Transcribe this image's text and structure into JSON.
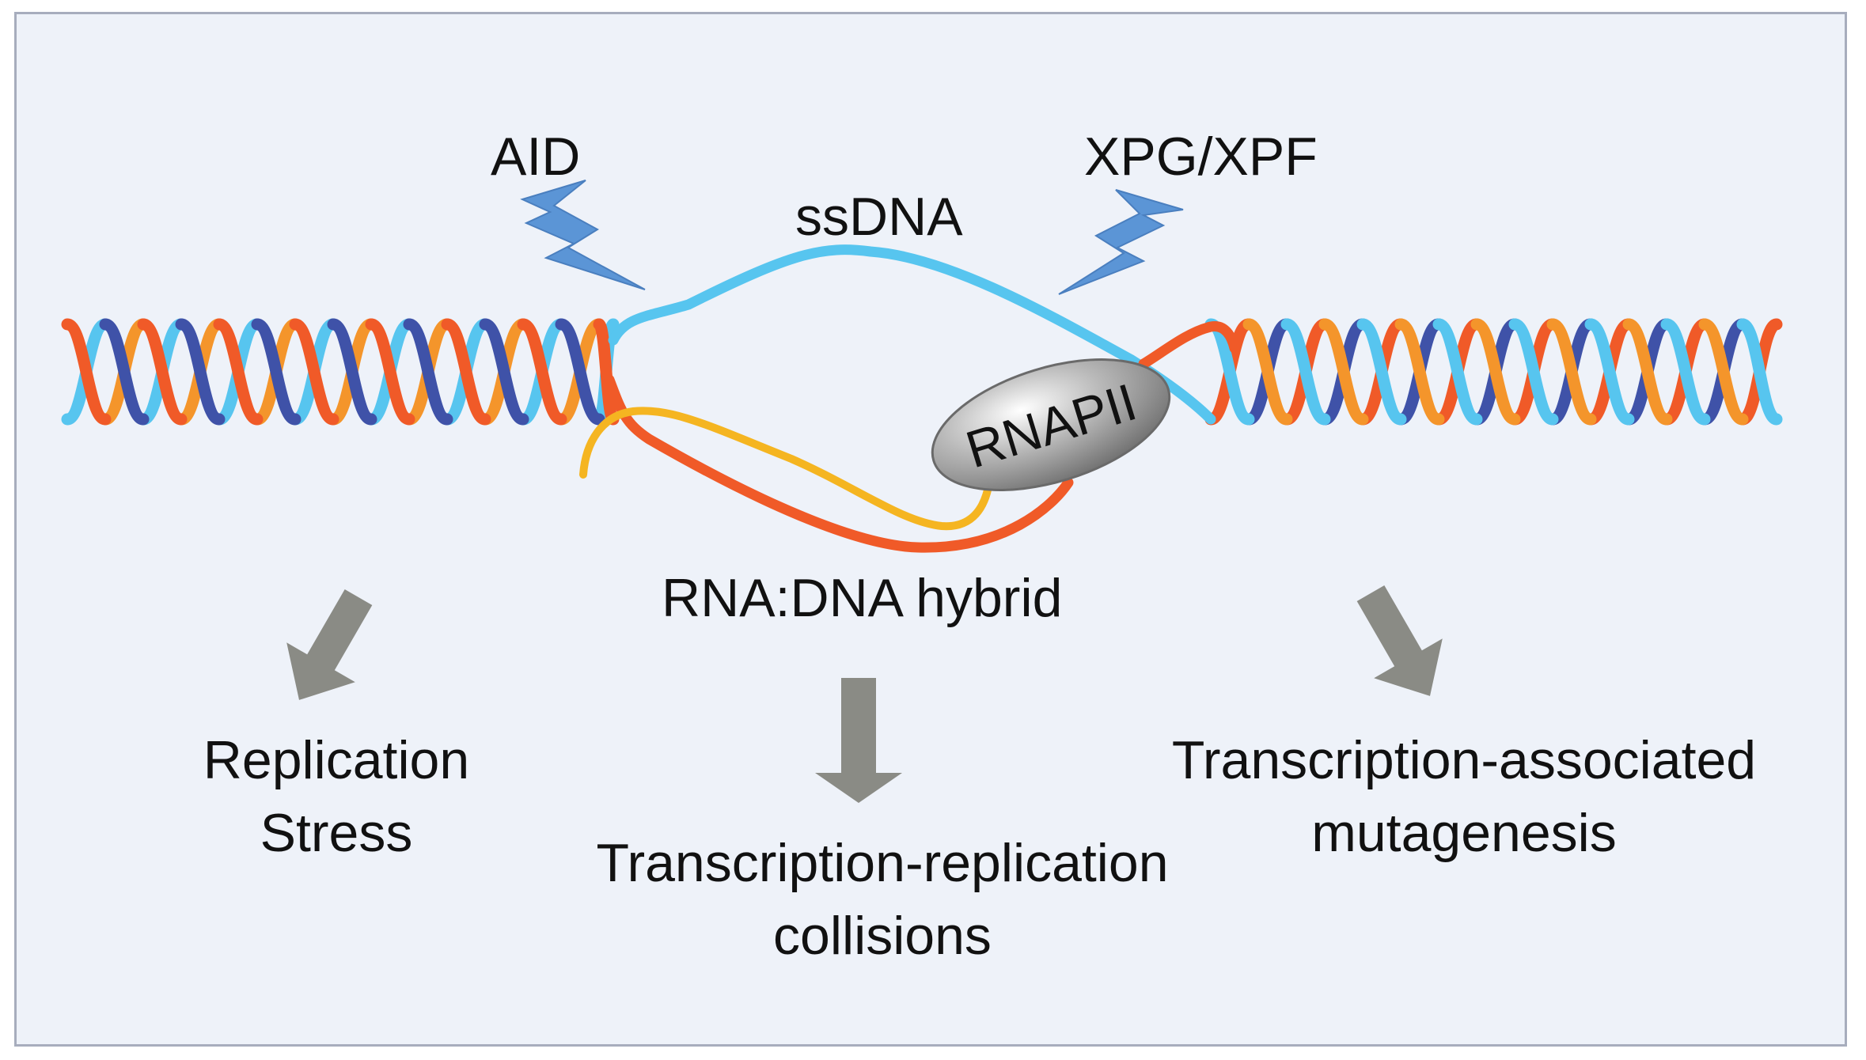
{
  "labels": {
    "aid": "AID",
    "xpg_xpf": "XPG/XPF",
    "ssdna": "ssDNA",
    "rnapii": "RNAPII",
    "hybrid": "RNA:DNA hybrid"
  },
  "outcomes": [
    {
      "line1": "Replication",
      "line2": "Stress"
    },
    {
      "line1": "Transcription-replication",
      "line2": "collisions"
    },
    {
      "line1": "Transcription-associated",
      "line2": "mutagenesis"
    }
  ],
  "colors": {
    "background": "#eef2f9",
    "border": "#a7adbd",
    "dna_light_blue": "#57c5ef",
    "dna_dark_blue": "#3f52a8",
    "dna_orange": "#f4952b",
    "dna_red": "#f05a28",
    "rna_yellow": "#f5b521",
    "lightning": "#5b95d6",
    "arrow_gray": "#8a8b85",
    "polymerase_gray": "#9a9a9a"
  },
  "icons": [
    "lightning-bolt-icon",
    "arrow-down-icon"
  ]
}
